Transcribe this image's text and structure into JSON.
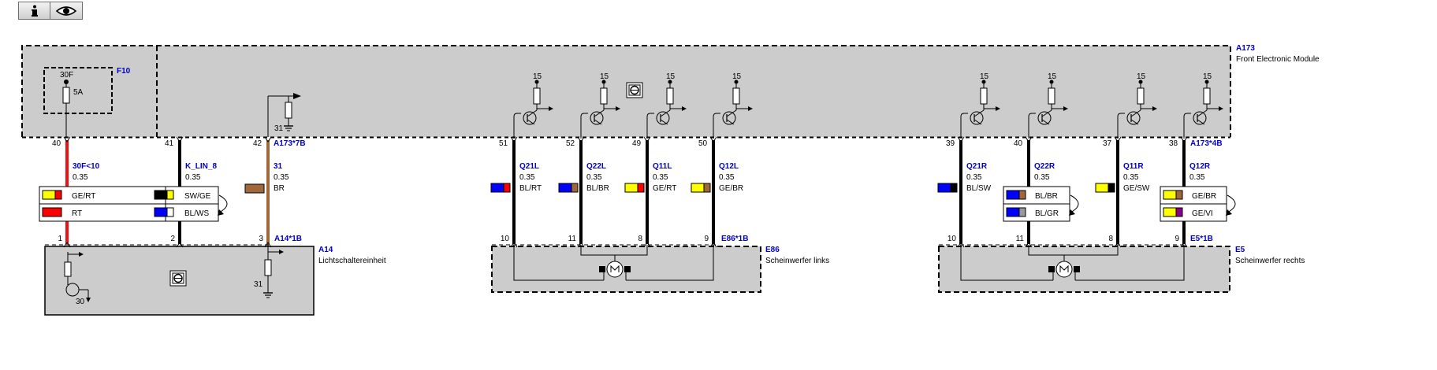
{
  "toolbar": {
    "info_icon": "info-icon",
    "view_icon": "eye-icon"
  },
  "modules": {
    "a173": {
      "id": "A173",
      "name": "Front Electronic Module"
    },
    "a14": {
      "id": "A14",
      "name": "Lichtschaltereinheit"
    },
    "e86": {
      "id": "E86",
      "name": "Scheinwerfer links"
    },
    "e5": {
      "id": "E5",
      "name": "Scheinwerfer rechts"
    }
  },
  "fuse": {
    "id": "F10",
    "terminal": "30F",
    "rating": "5A"
  },
  "connectors": {
    "a173_7b": "A173*7B",
    "a14_1b": "A14*1B",
    "e86_1b": "E86*1B",
    "a173_4b": "A173*4B",
    "e5_1b": "E5*1B"
  },
  "supply_labels": {
    "ground_31": "31",
    "battery_30": "30",
    "plus_15": "15"
  },
  "wires": [
    {
      "top_pin": "40",
      "bottom_pin": "1",
      "signal": "30F<10",
      "size": "0.35",
      "color": ""
    },
    {
      "top_pin": "41",
      "bottom_pin": "2",
      "signal": "K_LIN_8",
      "size": "0.35",
      "color": ""
    },
    {
      "top_pin": "42",
      "bottom_pin": "3",
      "signal": "31",
      "size": "0.35",
      "color": "BR"
    },
    {
      "top_pin": "51",
      "bottom_pin": "10",
      "signal": "Q21L",
      "size": "0.35",
      "color": "BL/RT"
    },
    {
      "top_pin": "52",
      "bottom_pin": "11",
      "signal": "Q22L",
      "size": "0.35",
      "color": "BL/BR"
    },
    {
      "top_pin": "49",
      "bottom_pin": "8",
      "signal": "Q11L",
      "size": "0.35",
      "color": "GE/RT"
    },
    {
      "top_pin": "50",
      "bottom_pin": "9",
      "signal": "Q12L",
      "size": "0.35",
      "color": "GE/BR"
    },
    {
      "top_pin": "39",
      "bottom_pin": "10",
      "signal": "Q21R",
      "size": "0.35",
      "color": "BL/SW"
    },
    {
      "top_pin": "40",
      "bottom_pin": "11",
      "signal": "Q22R",
      "size": "0.35",
      "color": ""
    },
    {
      "top_pin": "37",
      "bottom_pin": "8",
      "signal": "Q11R",
      "size": "0.35",
      "color": "GE/SW"
    },
    {
      "top_pin": "38",
      "bottom_pin": "9",
      "signal": "Q12R",
      "size": "0.35",
      "color": ""
    }
  ],
  "wire_options": {
    "w40": [
      "GE/RT",
      "RT"
    ],
    "w41": [
      "SW/GE",
      "BL/WS"
    ],
    "q22r": [
      "BL/BR",
      "BL/GR"
    ],
    "q12r": [
      "GE/BR",
      "GE/VI"
    ]
  },
  "colors": {
    "module_fill": "#cccccc",
    "red_wire": "#ee1111",
    "brown_wire": "#a0683a",
    "black_wire": "#000000",
    "link_text": "#0000cc",
    "GE": "#ffff00",
    "RT": "#ff0000",
    "SW": "#000000",
    "BL": "#0000ff",
    "WS": "#ffffff",
    "BR": "#a0683a",
    "GR": "#9a9a9a",
    "VI": "#8b008b"
  }
}
